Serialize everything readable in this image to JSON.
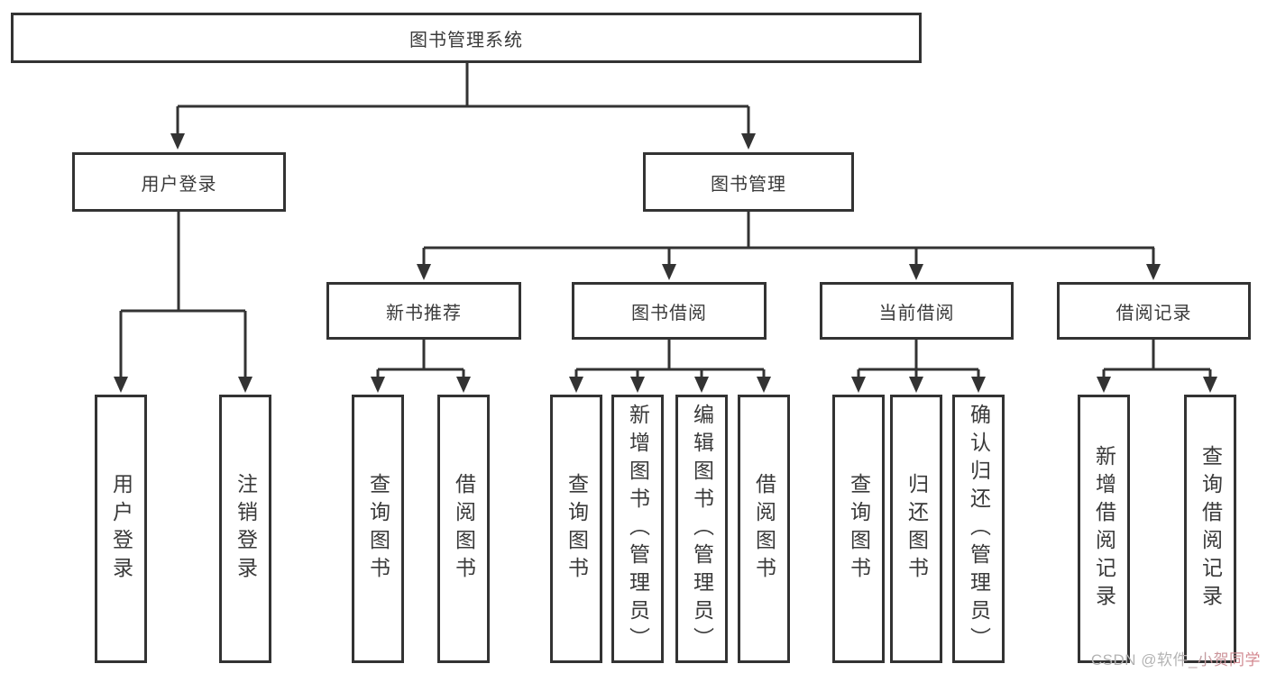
{
  "diagram": {
    "root": {
      "label": "图书管理系统"
    },
    "branches": [
      {
        "label": "用户登录",
        "children": [
          {
            "label": "用户登录"
          },
          {
            "label": "注销登录"
          }
        ]
      },
      {
        "label": "图书管理",
        "children": [
          {
            "label": "新书推荐",
            "children": [
              {
                "label": "查询图书"
              },
              {
                "label": "借阅图书"
              }
            ]
          },
          {
            "label": "图书借阅",
            "children": [
              {
                "label": "查询图书"
              },
              {
                "label": "新增图书（管理员）"
              },
              {
                "label": "编辑图书（管理员）"
              },
              {
                "label": "借阅图书"
              }
            ]
          },
          {
            "label": "当前借阅",
            "children": [
              {
                "label": "查询图书"
              },
              {
                "label": "归还图书"
              },
              {
                "label": "确认归还（管理员）"
              }
            ]
          },
          {
            "label": "借阅记录",
            "children": [
              {
                "label": "新增借阅记录"
              },
              {
                "label": "查询借阅记录"
              }
            ]
          }
        ]
      }
    ]
  },
  "watermark": {
    "text": "CSDN @软件_小贺同学"
  },
  "colors": {
    "line": "#333333",
    "box_border": "#333333",
    "text": "#3a3a3a",
    "background": "#ffffff",
    "watermark_gray": "#b2b2b2",
    "watermark_pink": "#d4848c"
  }
}
